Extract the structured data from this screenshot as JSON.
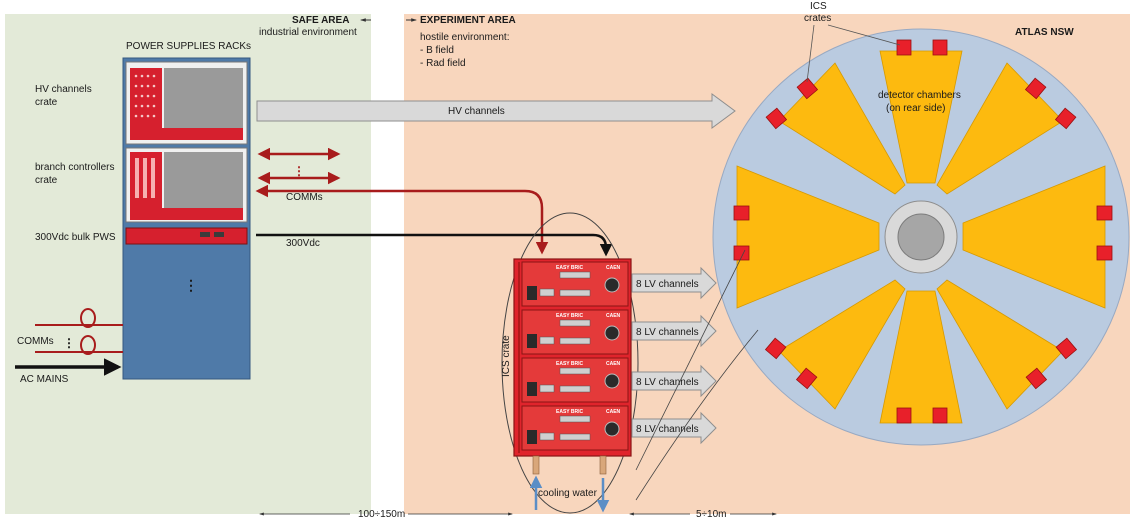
{
  "areas": {
    "safe": {
      "title": "SAFE AREA",
      "subtitle": "industrial environment"
    },
    "experiment": {
      "title": "EXPERIMENT AREA",
      "env": "hostile environment:",
      "b_field": "- B field",
      "rad_field": "- Rad field"
    }
  },
  "rack": {
    "title": "POWER SUPPLIES RACKs",
    "hv_crate": [
      "HV channels",
      "crate"
    ],
    "branch_crate": [
      "branch controllers",
      "crate"
    ],
    "bulk_pws": "300Vdc bulk PWS"
  },
  "links": {
    "hv": "HV channels",
    "comms": "COMMs",
    "vdc": "300Vdc",
    "comms_in": "COMMs",
    "ac_mains": "AC MAINS"
  },
  "ics": {
    "label": "ICS crate",
    "modules": [
      {
        "brand": "EASY BRIC",
        "vendor": "CAEN"
      },
      {
        "brand": "EASY BRIC",
        "vendor": "CAEN"
      },
      {
        "brand": "EASY BRIC",
        "vendor": "CAEN"
      },
      {
        "brand": "EASY BRIC",
        "vendor": "CAEN"
      }
    ],
    "lv_channels": [
      "8 LV channels",
      "8 LV channels",
      "8 LV channels",
      "8 LV channels"
    ],
    "cooling": "cooling water"
  },
  "detector": {
    "title": "ATLAS NSW",
    "ics_crates": [
      "ICS",
      "crates"
    ],
    "chambers": [
      "detector chambers",
      "(on rear side)"
    ]
  },
  "distances": {
    "d1": "100÷150m",
    "d2": "5÷10m"
  },
  "colors": {
    "safe_bg": "#e3ead8",
    "exp_bg": "#f8d6bd",
    "rack_blue": "#4f7aa8",
    "crate_red": "#e0242c",
    "chamber_gold": "#fdba0f",
    "wheel_blue": "#bacbe0",
    "arrow_red": "#a81c1c"
  }
}
